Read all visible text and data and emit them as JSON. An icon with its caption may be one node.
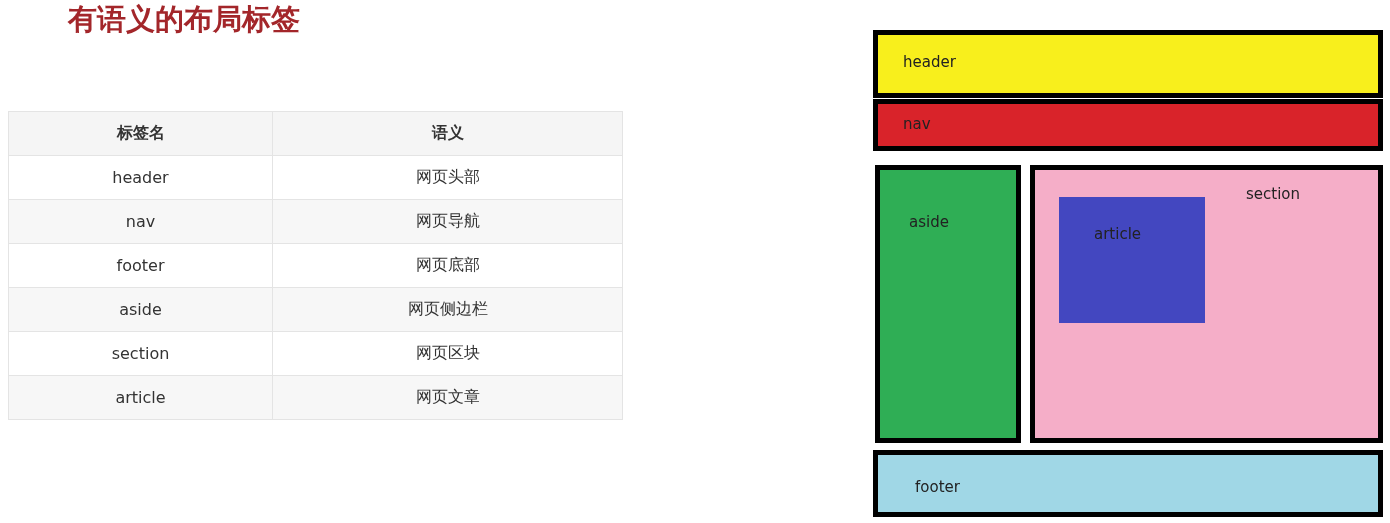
{
  "diagram": {
    "title": "有语义的布局标签",
    "nodes": [
      {
        "text": [
          "header"
        ]
      },
      {
        "text": [
          "nav"
        ]
      },
      {
        "text": [
          "aside"
        ]
      },
      {
        "text": [
          "section"
        ]
      },
      {
        "text": [
          "article"
        ],
        "in": 3
      },
      {
        "text": [
          "footer"
        ]
      }
    ],
    "labels": [
      "标签名",
      "语义",
      "header",
      "网页头部",
      "nav",
      "网页导航",
      "footer",
      "网页底部",
      "aside",
      "网页侧边栏",
      "section",
      "网页区块",
      "article",
      "网页文章"
    ]
  }
}
